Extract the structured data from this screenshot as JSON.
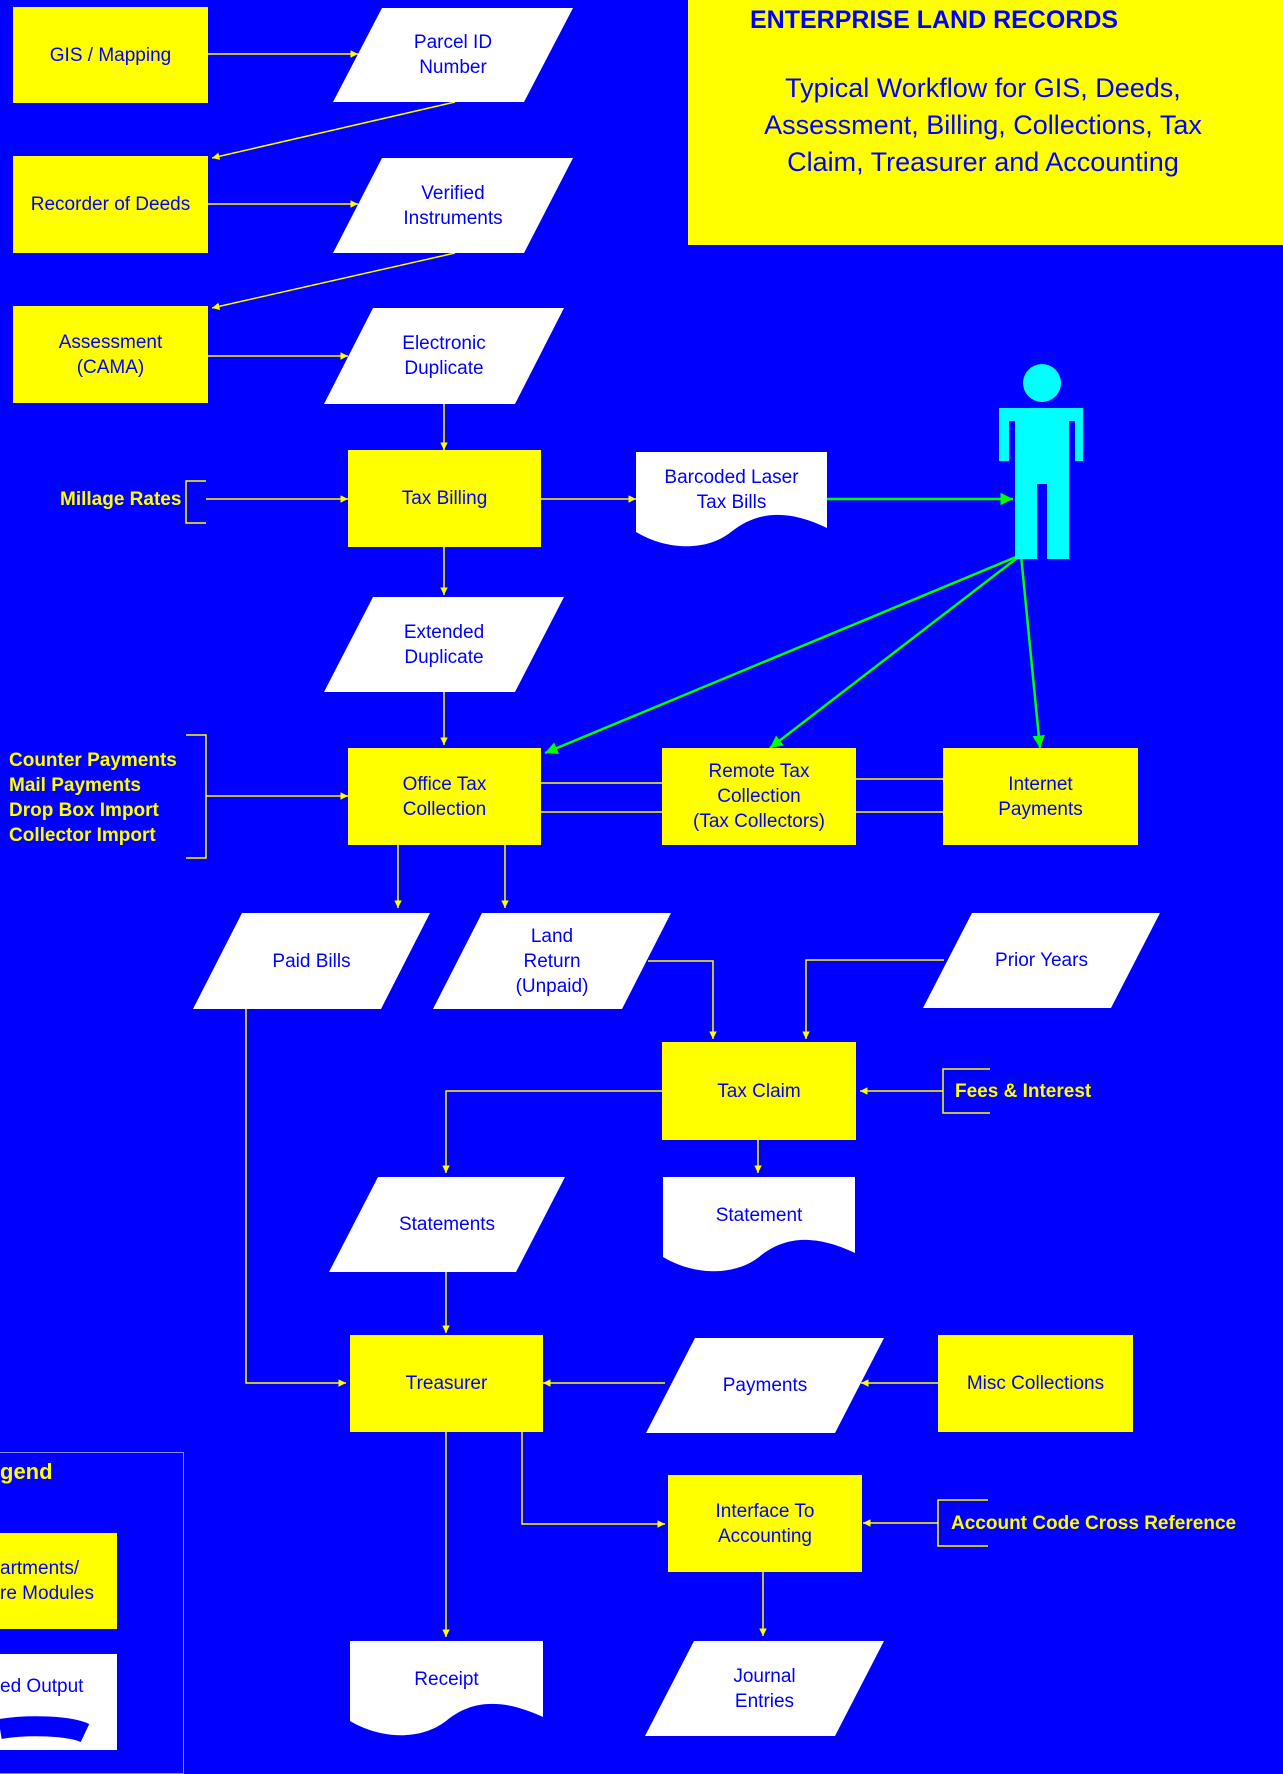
{
  "title": {
    "heading": "ENTERPRISE LAND RECORDS",
    "subtitle": "Typical Workflow for GIS, Deeds,\nAssessment, Billing, Collections, Tax\nClaim, Treasurer and Accounting"
  },
  "nodes": {
    "gis_mapping": "GIS / Mapping",
    "parcel_id": "Parcel ID\nNumber",
    "recorder_of_deeds": "Recorder of Deeds",
    "verified_instruments": "Verified\nInstruments",
    "assessment": "Assessment\n(CAMA)",
    "electronic_duplicate": "Electronic\nDuplicate",
    "tax_billing": "Tax Billing",
    "tax_bills": "Barcoded Laser\nTax Bills",
    "extended_duplicate": "Extended\nDuplicate",
    "office_tax_collection": "Office Tax\nCollection",
    "remote_tax_collection": "Remote Tax\nCollection\n(Tax Collectors)",
    "internet_payments": "Internet\nPayments",
    "paid_bills": "Paid Bills",
    "land_return": "Land\nReturn\n(Unpaid)",
    "prior_years": "Prior Years",
    "tax_claim": "Tax Claim",
    "statements": "Statements",
    "statement": "Statement",
    "treasurer": "Treasurer",
    "payments": "Payments",
    "misc_collections": "Misc Collections",
    "interface_accounting": "Interface To\nAccounting",
    "receipt": "Receipt",
    "journal_entries": "Journal\nEntries"
  },
  "annotations": {
    "millage_rates": "Millage Rates",
    "payment_sources": "Counter Payments\nMail Payments\nDrop Box Import\nCollector Import",
    "fees_interest": "Fees & Interest",
    "account_code": "Account Code Cross Reference"
  },
  "legend": {
    "title": "gend",
    "departments": "artments/\nre Modules",
    "printed_output": "ed Output"
  },
  "colors": {
    "background": "#0000FF",
    "process": "#FFFF00",
    "data": "#FFFFFF",
    "flow_line": "#FFFF00",
    "taxpayer_line": "#00FF00",
    "taxpayer": "#00FFFF"
  }
}
